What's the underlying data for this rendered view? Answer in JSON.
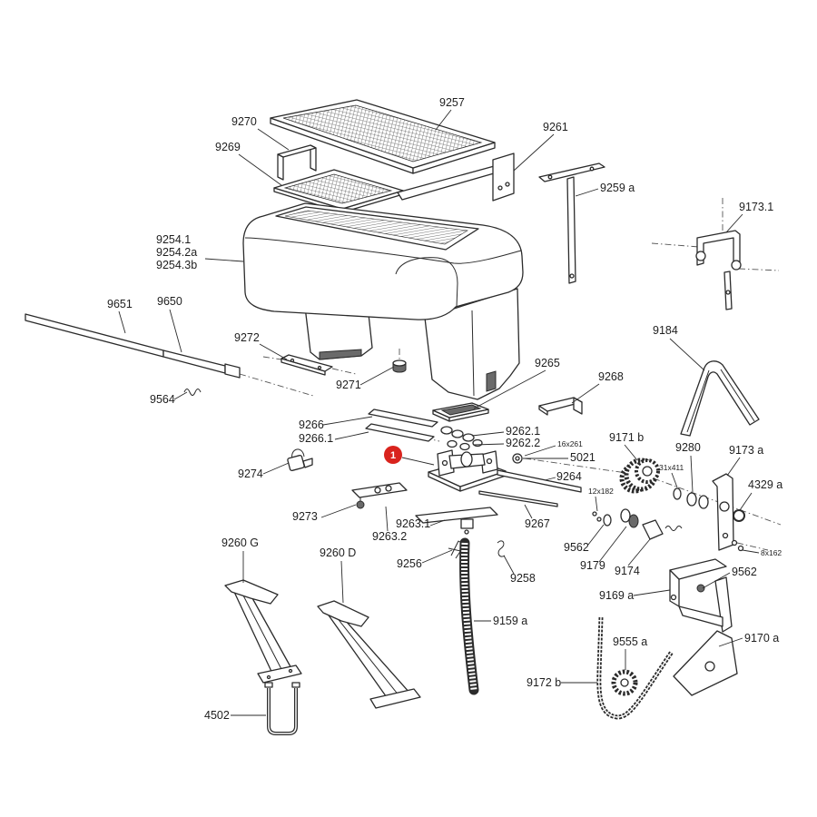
{
  "marker": {
    "label": "1",
    "color": "#d9231d"
  },
  "line_color": "#2b2b2b",
  "callouts": [
    "9257",
    "9270",
    "9261",
    "9269",
    "9259 a",
    "9173.1",
    "9254.1",
    "9254.2a",
    "9254.3b",
    "9651",
    "9650",
    "9272",
    "9184",
    "9564",
    "9271",
    "9265",
    "9268",
    "9266",
    "9266.1",
    "9262.1",
    "9262.2",
    "16x261",
    "9171 b",
    "5021",
    "9280",
    "9173 a",
    "9274",
    "31x411",
    "9264",
    "4329 a",
    "12x182",
    "9273",
    "9263.2",
    "9263.1",
    "9267",
    "9562",
    "9179",
    "9174",
    "8x162",
    "9260 G",
    "9260 D",
    "9256",
    "9258",
    "9562",
    "9169 a",
    "9159 a",
    "9555 a",
    "9170 a",
    "9172 b",
    "4502"
  ]
}
